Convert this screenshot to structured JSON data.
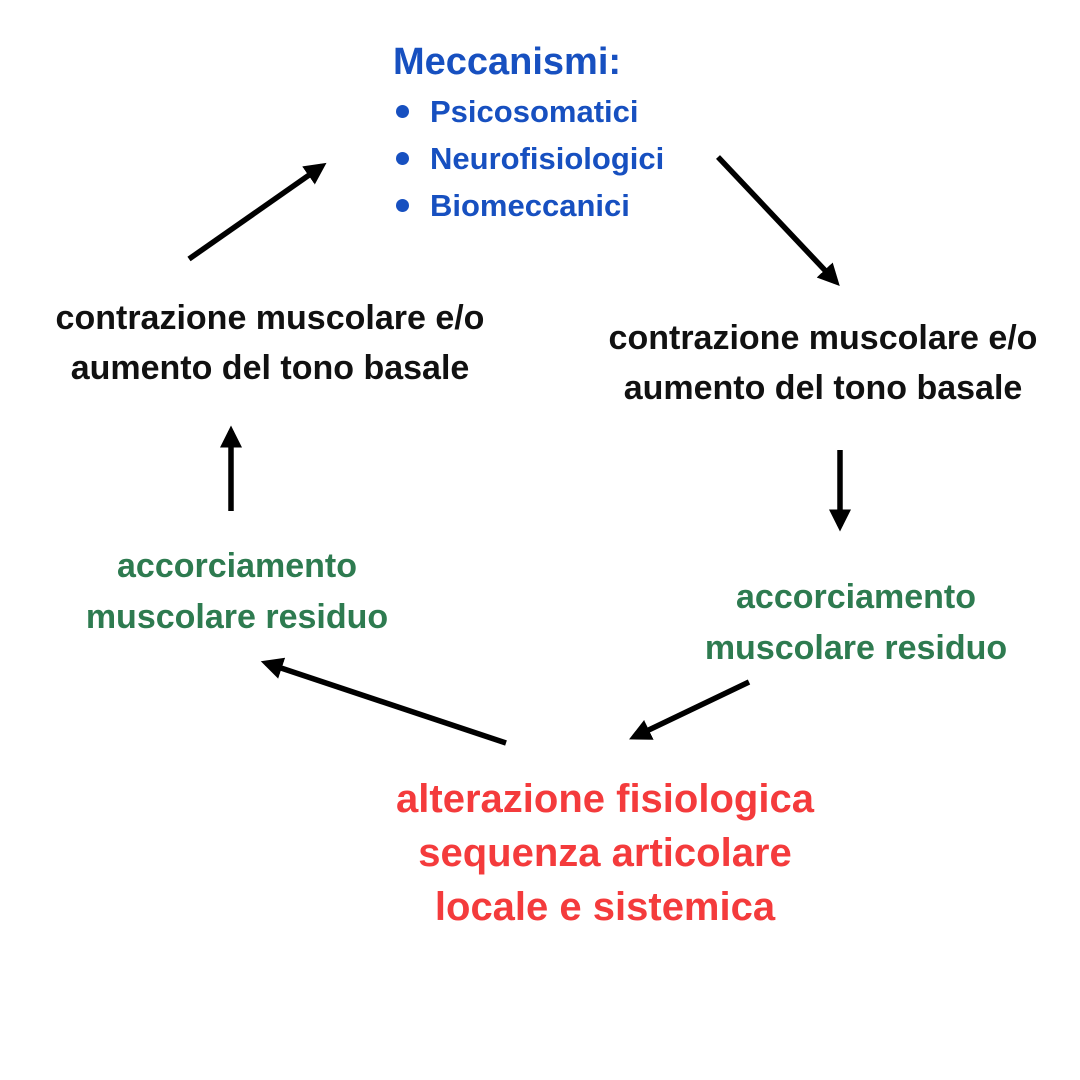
{
  "colors": {
    "title_blue": "#1750c0",
    "node_green": "#2e7b50",
    "node_red": "#f43b3c",
    "node_black": "#111111",
    "arrow_black": "#000000"
  },
  "title": "Meccanismi:",
  "mechanisms": [
    "Psicosomatici",
    "Neurofisiologici",
    "Biomeccanici"
  ],
  "nodes": {
    "contraction_left": {
      "lines": [
        "contrazione muscolare e/o",
        "aumento del tono basale"
      ]
    },
    "contraction_right": {
      "lines": [
        "contrazione muscolare e/o",
        "aumento del tono basale"
      ]
    },
    "shortening_left": {
      "lines": [
        "accorciamento",
        "muscolare residuo"
      ]
    },
    "shortening_right": {
      "lines": [
        "accorciamento",
        "muscolare residuo"
      ]
    },
    "alteration": {
      "lines": [
        "alterazione fisiologica",
        "sequenza articolare",
        "locale e sistemica"
      ]
    }
  }
}
